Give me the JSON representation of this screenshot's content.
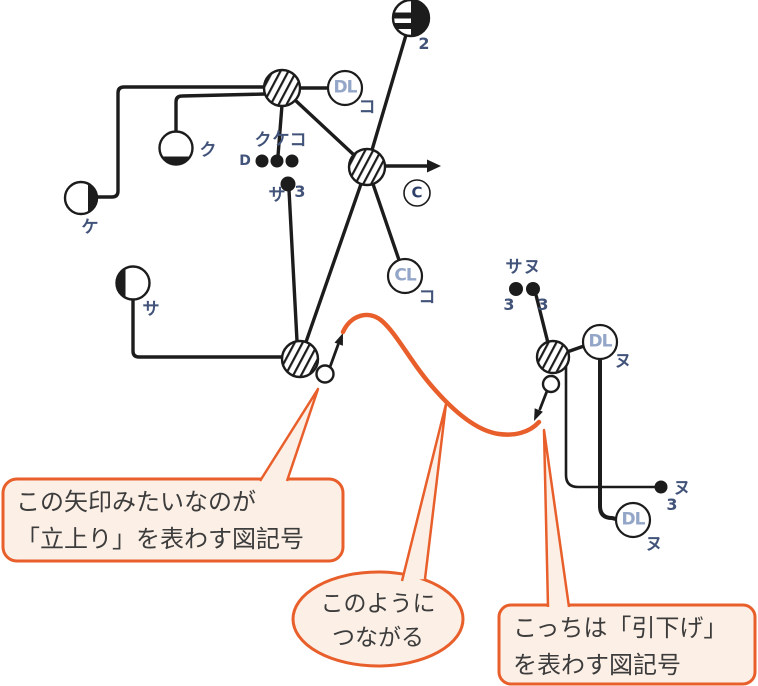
{
  "labels": {
    "outlet_count": "2",
    "ko_dl": "コ",
    "ku_sw": "ク",
    "ke_sw": "ケ",
    "ko_sw": "コ",
    "d": "D",
    "sa_sw": "サ",
    "three_sw": "3",
    "ku_lamp": "ク",
    "ke_fixture": "ケ",
    "sa_fixture": "サ",
    "ko_cl": "コ",
    "sa_top": "サ",
    "nu_top": "ヌ",
    "three_left": "3",
    "three_right": "3",
    "nu_dl_upper": "ヌ",
    "nu_switch": "ヌ",
    "three_switch": "3",
    "nu_dl_lower": "ヌ"
  },
  "devices": {
    "dl_upper_left": "DL",
    "cl": "CL",
    "c": "C",
    "dl_right_upper": "DL",
    "dl_right_lower": "DL"
  },
  "callouts": {
    "rising": {
      "line1": "この矢印みたいなのが",
      "line2": "「立上り」を表わす図記号"
    },
    "connect": {
      "line1": "このように",
      "line2": "つながる"
    },
    "pulldown": {
      "line1": "こっちは「引下げ」",
      "line2": "を表わす図記号"
    }
  },
  "colors": {
    "accent_orange": "#e85f2b",
    "bubble_fill": "#fcefe6",
    "label_blue": "#42537a",
    "device_letter_blue": "#93a6c8",
    "wire_black": "#1c1c1c"
  }
}
